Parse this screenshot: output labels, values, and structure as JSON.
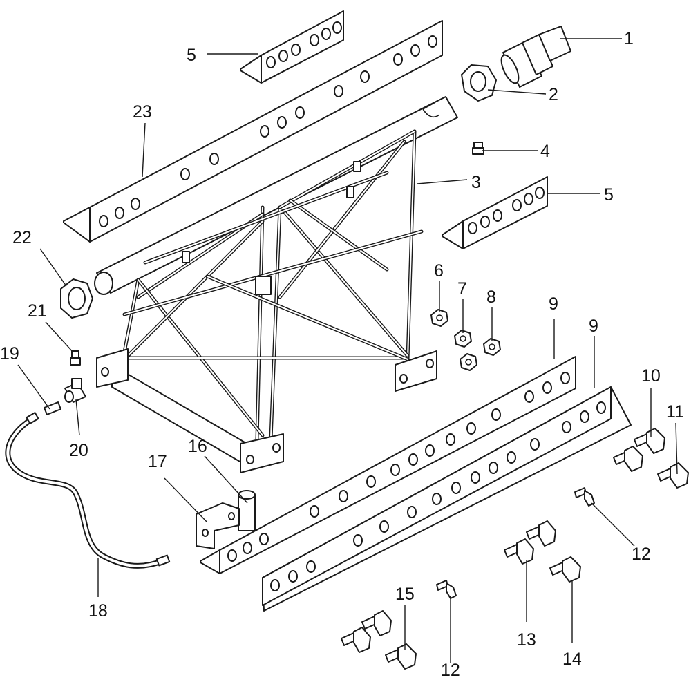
{
  "diagram": {
    "line_color": "#1a1a1a",
    "callouts": {
      "c1": "1",
      "c2": "2",
      "c3": "3",
      "c4": "4",
      "c5a": "5",
      "c5b": "5",
      "c6": "6",
      "c7": "7",
      "c8": "8",
      "c9a": "9",
      "c9b": "9",
      "c10": "10",
      "c11": "11",
      "c12a": "12",
      "c12b": "12",
      "c13": "13",
      "c14": "14",
      "c15": "15",
      "c16": "16",
      "c17": "17",
      "c18": "18",
      "c19": "19",
      "c20": "20",
      "c21": "21",
      "c22": "22",
      "c23": "23"
    }
  }
}
